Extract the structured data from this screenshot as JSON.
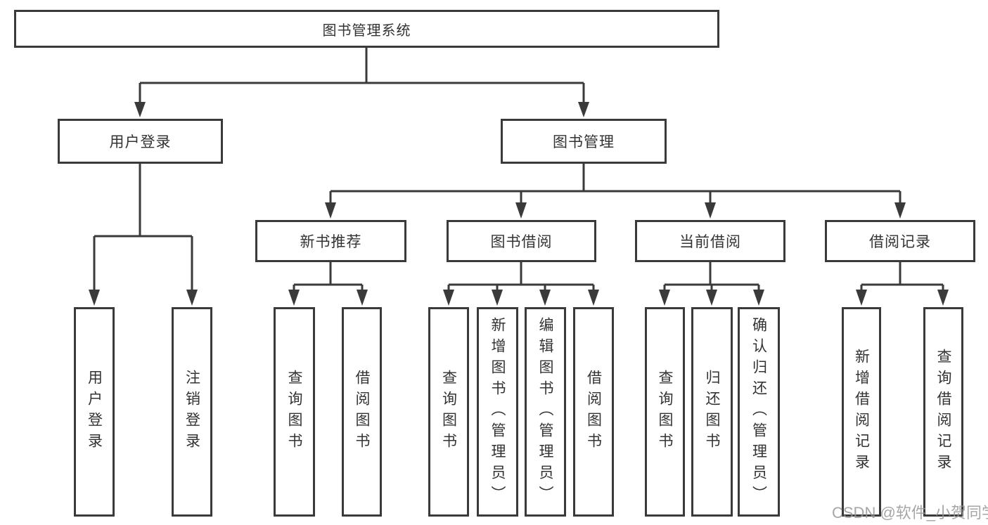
{
  "diagram": {
    "root": {
      "label": "图书管理系统"
    },
    "level2": {
      "user_login": "用户登录",
      "book_management": "图书管理"
    },
    "level3": {
      "new_book_recommend": "新书推荐",
      "book_borrowing": "图书借阅",
      "current_borrowing": "当前借阅",
      "borrowing_records": "借阅记录"
    },
    "leaves": {
      "user_login": "用户登录",
      "logout": "注销登录",
      "query_books_recommend": "查询图书",
      "borrow_books_recommend": "借阅图书",
      "query_books_borrowing": "查询图书",
      "add_books_admin": "新增图书（管理员）",
      "edit_books_admin": "编辑图书（管理员）",
      "borrow_books_borrowing": "借阅图书",
      "query_books_current": "查询图书",
      "return_books": "归还图书",
      "confirm_return_admin": "确认归还（管理员）",
      "add_borrow_record": "新增借阅记录",
      "query_borrow_record": "查询借阅记录"
    }
  },
  "watermark": {
    "text": "CSDN @软件_小贺同学"
  },
  "colors": {
    "line": "#3a3a3a",
    "node_border": "#3a3a3a",
    "text": "#333333",
    "background": "#ffffff",
    "watermark": "#969696"
  }
}
